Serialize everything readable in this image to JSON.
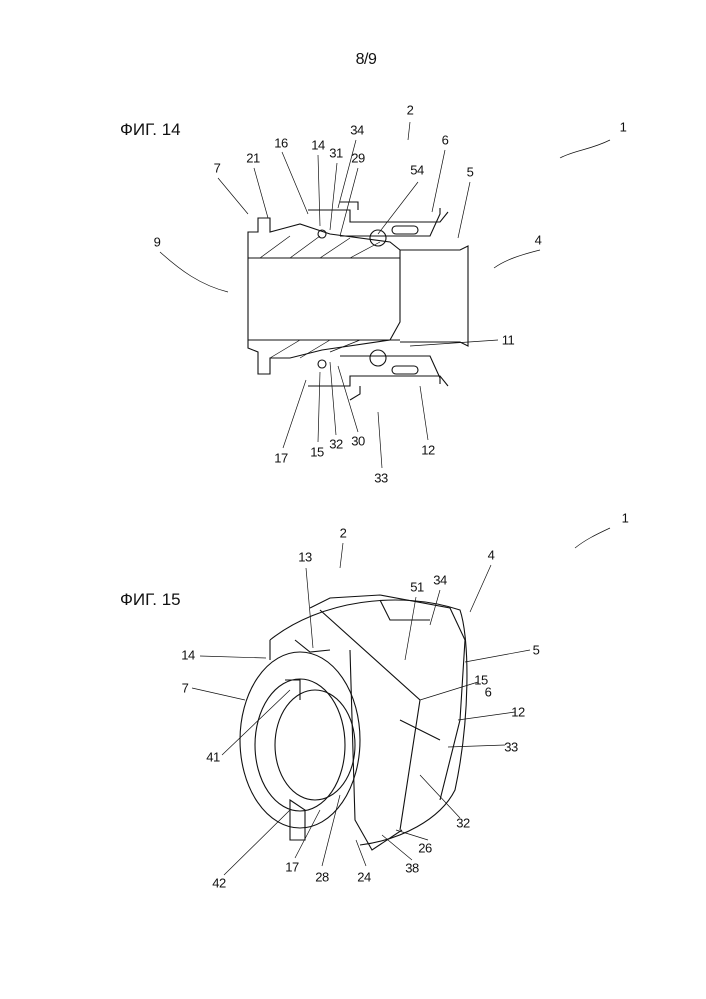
{
  "page_number": "8/9",
  "figure14": {
    "title": "ФИГ. 14",
    "labels": {
      "l1": "1",
      "l2": "2",
      "l34": "34",
      "l6": "6",
      "l54": "54",
      "l5": "5",
      "l16": "16",
      "l14": "14",
      "l31": "31",
      "l29": "29",
      "l21": "21",
      "l7": "7",
      "l9": "9",
      "l4": "4",
      "l11": "11",
      "l17": "17",
      "l15": "15",
      "l32": "32",
      "l30": "30",
      "l12": "12",
      "l33": "33"
    }
  },
  "figure15": {
    "title": "ФИГ. 15",
    "labels": {
      "l1": "1",
      "l2": "2",
      "l4": "4",
      "l13": "13",
      "l51": "51",
      "l34": "34",
      "l14": "14",
      "l5": "5",
      "l15": "15",
      "l7": "7",
      "l6": "6",
      "l12": "12",
      "l41": "41",
      "l33": "33",
      "l32": "32",
      "l26": "26",
      "l38": "38",
      "l24": "24",
      "l28": "28",
      "l17": "17",
      "l42": "42"
    }
  }
}
